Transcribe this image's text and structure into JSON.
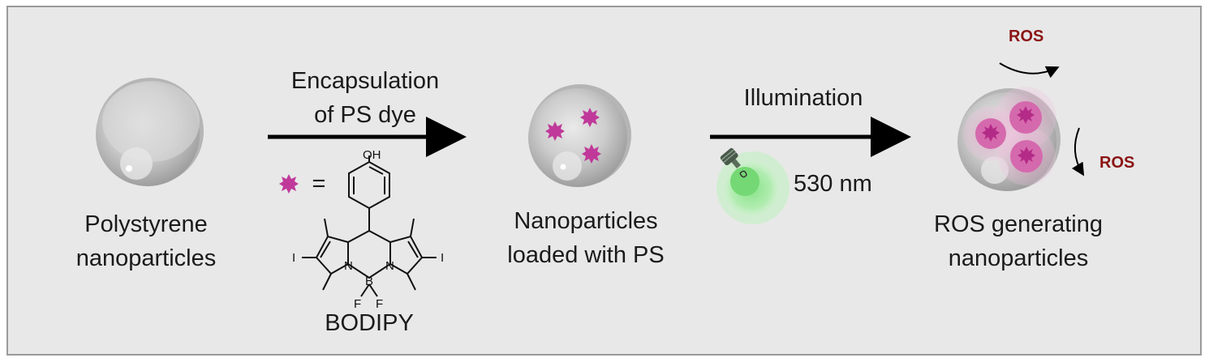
{
  "labels": {
    "polystyrene_line1": "Polystyrene",
    "polystyrene_line2": "nanoparticles",
    "encapsulation_line1": "Encapsulation",
    "encapsulation_line2": "of PS dye",
    "equals": "=",
    "bodipy": "BODIPY",
    "loaded_line1": "Nanoparticles",
    "loaded_line2": "loaded with PS",
    "illumination": "Illumination",
    "wavelength": "530 nm",
    "ros_generating_line1": "ROS generating",
    "ros_generating_line2": "nanoparticles",
    "ros_top": "ROS",
    "ros_right": "ROS"
  },
  "structure_atoms": {
    "oh": "OH",
    "n_left": "N",
    "n_right": "N",
    "b": "B",
    "f_left": "F",
    "f_right": "F",
    "i_left": "I",
    "i_right": "I"
  },
  "icons": [
    "nanoparticle-icon",
    "dye-star-icon",
    "arrow-right-icon",
    "light-bulb-icon",
    "curved-arrow-icon"
  ],
  "colors": {
    "panel_bg": "#e8e8e8",
    "panel_border": "#9a9a9a",
    "dye": "#c0399a",
    "ros_text": "#8b1414",
    "bulb_glow": "#6fdc6f",
    "sphere": "#c7c7c7"
  }
}
